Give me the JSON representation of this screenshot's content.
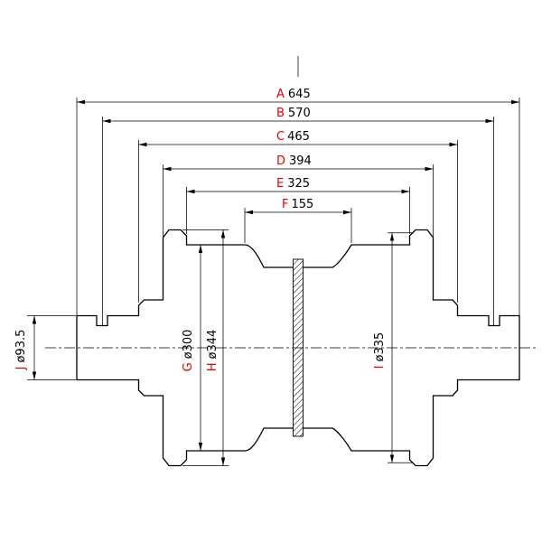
{
  "dims_horizontal": [
    {
      "label": "A",
      "value": "645"
    },
    {
      "label": "B",
      "value": "570"
    },
    {
      "label": "C",
      "value": "465"
    },
    {
      "label": "D",
      "value": "394"
    },
    {
      "label": "E",
      "value": "325"
    },
    {
      "label": "F",
      "value": "155"
    }
  ],
  "dims_vertical": [
    {
      "label": "J",
      "value": "ø93.5"
    },
    {
      "label": "G",
      "value": "ø300"
    },
    {
      "label": "H",
      "value": "ø344"
    },
    {
      "label": "I",
      "value": "ø335"
    }
  ],
  "colors": {
    "dim_letter": "#e60000",
    "line": "#000000"
  }
}
